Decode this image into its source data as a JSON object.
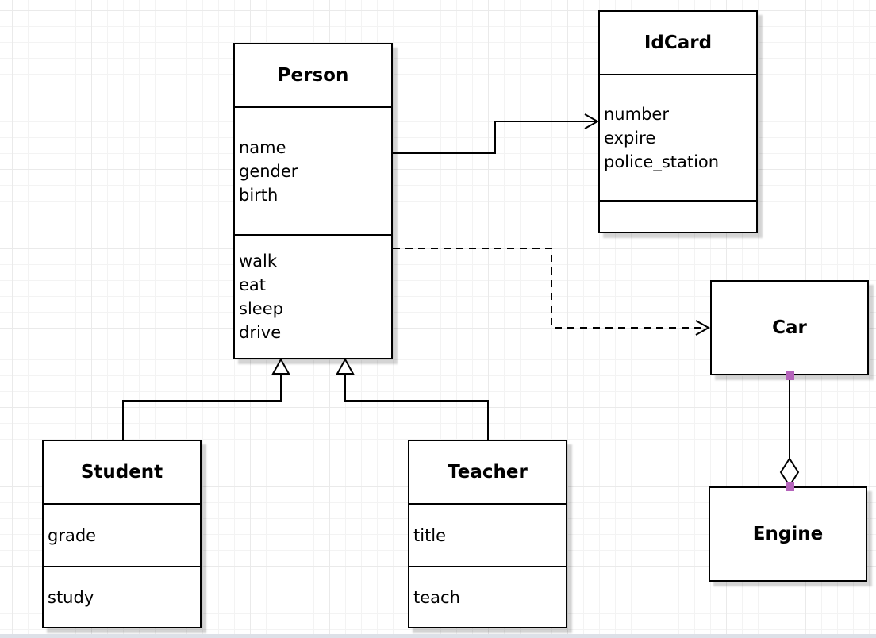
{
  "diagram": {
    "type": "uml-class-diagram",
    "classes": {
      "person": {
        "name": "Person",
        "attributes": [
          "name",
          "gender",
          "birth"
        ],
        "methods": [
          "walk",
          "eat",
          "sleep",
          "drive"
        ]
      },
      "idcard": {
        "name": "IdCard",
        "attributes": [
          "number",
          "expire",
          "police_station"
        ],
        "methods": []
      },
      "car": {
        "name": "Car",
        "attributes": [],
        "methods": []
      },
      "engine": {
        "name": "Engine",
        "attributes": [],
        "methods": []
      },
      "student": {
        "name": "Student",
        "attributes": [
          "grade"
        ],
        "methods": [
          "study"
        ]
      },
      "teacher": {
        "name": "Teacher",
        "attributes": [
          "title"
        ],
        "methods": [
          "teach"
        ]
      }
    },
    "relationships": [
      {
        "type": "association",
        "from": "Person",
        "to": "IdCard",
        "line": "solid",
        "arrow": "open-arrowhead"
      },
      {
        "type": "dependency",
        "from": "Person",
        "to": "Car",
        "line": "dashed",
        "arrow": "open-arrowhead"
      },
      {
        "type": "generalization",
        "from": "Student",
        "to": "Person",
        "line": "solid",
        "arrow": "hollow-triangle"
      },
      {
        "type": "generalization",
        "from": "Teacher",
        "to": "Person",
        "line": "solid",
        "arrow": "hollow-triangle"
      },
      {
        "type": "aggregation",
        "from": "Car",
        "to": "Engine",
        "line": "solid",
        "arrow": "hollow-diamond",
        "selected_endpoints": true
      }
    ],
    "colors": {
      "shape_border": "#000000",
      "shape_fill": "#ffffff",
      "endpoint_handle": "#b564bb",
      "grid_line": "#f3f3f3",
      "canvas_bg": "#ffffff",
      "scroll_strip": "#dde1e8"
    }
  }
}
